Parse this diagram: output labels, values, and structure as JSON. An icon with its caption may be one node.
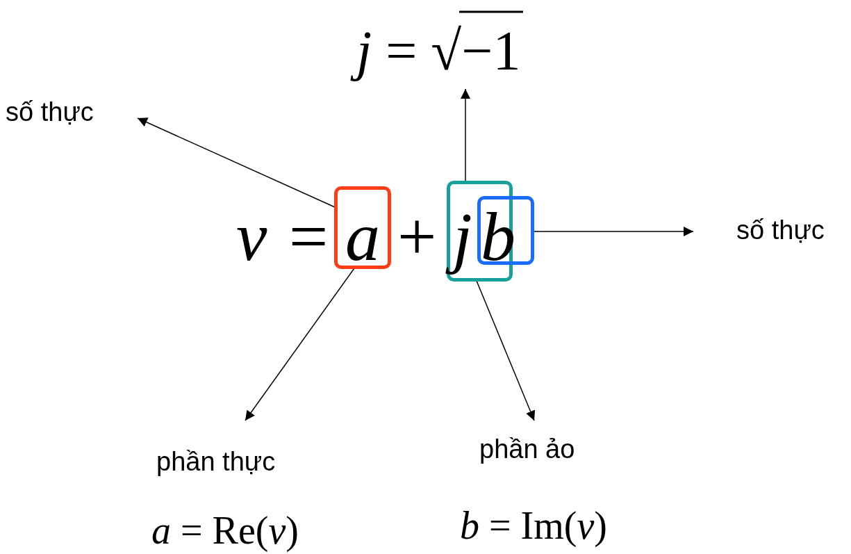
{
  "diagram": {
    "nodes": [
      {
        "text": [
          "*j* = √−1"
        ]
      },
      {
        "text": [
          "số thực"
        ]
      },
      {
        "text": [
          "a"
        ]
      },
      {
        "text": [
          "j"
        ]
      },
      {
        "text": [
          "b"
        ]
      },
      {
        "text": [
          "số thực"
        ]
      },
      {
        "text": [
          "phần thực"
        ]
      },
      {
        "text": [
          "phần ảo"
        ]
      }
    ],
    "edges": [
      {
        "from": 2,
        "to": 1,
        "arrow": "to"
      },
      {
        "from": 3,
        "to": 0,
        "arrow": "to"
      },
      {
        "from": 4,
        "to": 5,
        "arrow": "to"
      },
      {
        "from": 2,
        "to": 6,
        "arrow": "to"
      },
      {
        "from": 3,
        "to": 7,
        "arrow": "to"
      }
    ],
    "labels": [
      "v =",
      "+",
      "*a* = Re(*v*)",
      "*b* = Im(*v*)"
    ]
  }
}
